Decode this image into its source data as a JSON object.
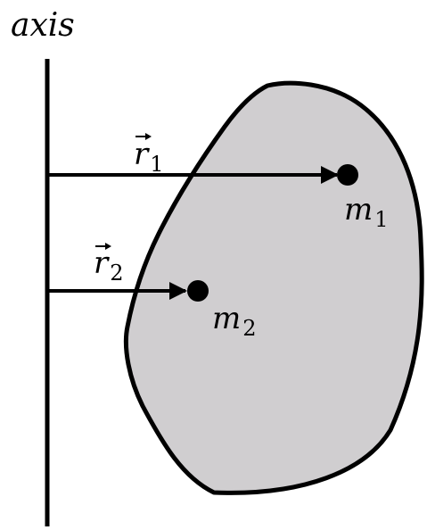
{
  "diagram": {
    "axis_label": "axis",
    "r1": {
      "base": "r",
      "subscript": "1"
    },
    "r2": {
      "base": "r",
      "subscript": "2"
    },
    "m1": {
      "base": "m",
      "subscript": "1"
    },
    "m2": {
      "base": "m",
      "subscript": "2"
    }
  },
  "colors": {
    "body_fill": "#d0ced0",
    "stroke": "#000000",
    "background": "#ffffff"
  }
}
